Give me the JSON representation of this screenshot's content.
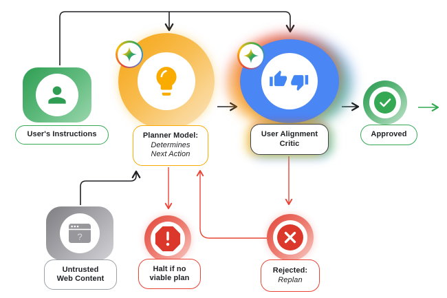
{
  "diagram": {
    "nodes": {
      "user_instructions": {
        "label": "User's Instructions",
        "icon": "person-icon",
        "color": "#34A853"
      },
      "planner": {
        "title": "Planner Model:",
        "subtitle_line1": "Determines",
        "subtitle_line2": "Next Action",
        "icon": "lightbulb-icon",
        "badge_icon": "gemini-sparkle-icon",
        "color": "#F9AB00"
      },
      "critic": {
        "label_line1": "User Alignment",
        "label_line2": "Critic",
        "icon": "thumbs-up-down-icon",
        "badge_icon": "gemini-sparkle-icon",
        "color": "#4285F4"
      },
      "approved": {
        "label": "Approved",
        "icon": "checkmark-icon",
        "color": "#34A853"
      },
      "untrusted_web": {
        "label_line1": "Untrusted",
        "label_line2": "Web Content",
        "icon": "browser-question-icon",
        "color": "#9AA0A6"
      },
      "halt": {
        "label_line1": "Halt if no",
        "label_line2": "viable plan",
        "icon": "alert-octagon-icon",
        "color": "#EA4335"
      },
      "rejected": {
        "title": "Rejected:",
        "subtitle": "Replan",
        "icon": "x-circle-icon",
        "color": "#EA4335"
      }
    },
    "edges": [
      {
        "from": "users-instructions",
        "to": "planner-model",
        "style": "black"
      },
      {
        "from": "users-instructions",
        "to": "user-alignment-critic",
        "style": "black"
      },
      {
        "from": "untrusted-web-content",
        "to": "planner-model",
        "style": "black"
      },
      {
        "from": "planner-model",
        "to": "user-alignment-critic",
        "style": "black"
      },
      {
        "from": "user-alignment-critic",
        "to": "approved",
        "style": "black"
      },
      {
        "from": "approved",
        "to": "offscreen-right",
        "style": "green"
      },
      {
        "from": "planner-model",
        "to": "halt-if-no-viable-plan",
        "style": "red"
      },
      {
        "from": "user-alignment-critic",
        "to": "rejected-replan",
        "style": "red"
      },
      {
        "from": "rejected-replan",
        "to": "planner-model",
        "style": "red"
      }
    ],
    "colors": {
      "green": "#34A853",
      "yellow": "#F9AB00",
      "blue": "#4285F4",
      "red": "#EA4335",
      "gray": "#9AA0A6",
      "arrow_black": "#202124"
    }
  }
}
